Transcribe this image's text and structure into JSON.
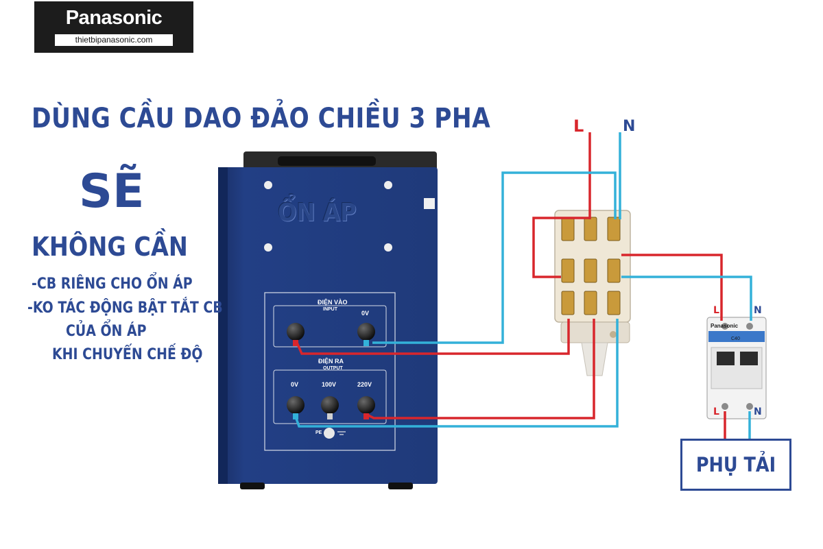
{
  "logo": {
    "brand": "Panasonic",
    "website": "thietbipanasonic.com"
  },
  "headline": "DÙNG CẦU DAO ĐẢO CHIỀU 3 PHA",
  "callout": {
    "big": "SẼ",
    "sub": "KHÔNG CẦN",
    "bullets": [
      "-CB RIÊNG CHO ỔN ÁP",
      "-KO TÁC ĐỘNG BẬT TẮT CB",
      "CỦA ỔN ÁP",
      "KHI CHUYỂN CHẾ ĐỘ"
    ]
  },
  "stabilizer": {
    "watermark": "ỔN ÁP",
    "input_title": "ĐIỆN VÀO",
    "input_subtitle": "INPUT",
    "input_terminal": "0V",
    "output_title": "ĐIỆN RA",
    "output_subtitle": "OUTPUT",
    "output_terminals": [
      "0V",
      "100V",
      "220V"
    ],
    "ground": "PE"
  },
  "supply_labels": {
    "live": "L",
    "neutral": "N"
  },
  "breaker": {
    "brand": "Panasonic",
    "model": "C40",
    "top_live": "L",
    "top_neutral": "N",
    "bottom_live": "L",
    "bottom_neutral": "N"
  },
  "load_label": "PHỤ TẢI",
  "colors": {
    "text_blue": "#2d4a94",
    "live_wire": "#d8262c",
    "neutral_wire": "#33b1d9",
    "cabinet": "#1f3a7a"
  }
}
